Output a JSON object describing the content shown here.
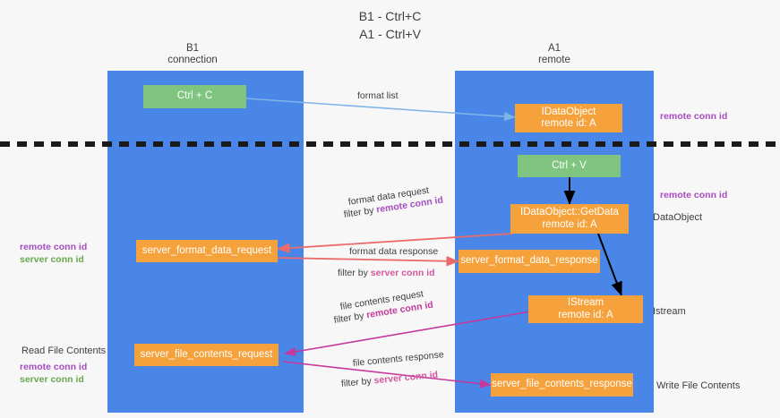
{
  "title": {
    "line1": "B1 - Ctrl+C",
    "line2": "A1 - Ctrl+V"
  },
  "lanes": [
    {
      "name": "B1",
      "subtitle": "connection"
    },
    {
      "name": "A1",
      "subtitle": "remote"
    }
  ],
  "nodes": {
    "ctrl_c": {
      "label": "Ctrl + C"
    },
    "idataobject": {
      "label": "IDataObject",
      "sub": "remote id: A"
    },
    "ctrl_v": {
      "label": "Ctrl + V"
    },
    "getdata": {
      "label": "IDataObject::GetData",
      "sub": "remote id: A"
    },
    "server_format_data_request": {
      "label": "server_format_data_request"
    },
    "server_format_data_response": {
      "label": "server_format_data_response"
    },
    "istream": {
      "label": "IStream",
      "sub": "remote id: A"
    },
    "server_file_contents_request": {
      "label": "server_file_contents_request"
    },
    "server_file_contents_response": {
      "label": "server_file_contents_response"
    }
  },
  "arrow_labels": {
    "format_list": "format list",
    "format_data_request": "format data request",
    "format_data_request_filter_prefix": "filter by ",
    "format_data_request_filter_key": "remote conn id",
    "format_data_response": "format data response",
    "format_data_response_filter_prefix": "filter by ",
    "format_data_response_filter_key": "server conn id",
    "file_contents_request": "file contents request",
    "file_contents_request_filter_prefix": "filter by ",
    "file_contents_request_filter_key": "remote conn id",
    "file_contents_response": "file contents response",
    "file_contents_response_filter_prefix": "filter by ",
    "file_contents_response_filter_key": "server conn id"
  },
  "side_labels": {
    "right_remote_conn_id_top": "remote conn id",
    "right_remote_conn_id_mid": "remote conn id",
    "right_dataobject": "DataObject",
    "right_istream": "Istream",
    "right_write_file_contents": "Write File Contents",
    "left_remote_conn_id": "remote conn id",
    "left_server_conn_id": "server conn id",
    "left_read_file_contents": "Read File Contents",
    "left_remote_conn_id_2": "remote conn id",
    "left_server_conn_id_2": "server conn id"
  },
  "colors": {
    "lane": "#4a86e8",
    "node_orange": "#f6a23c",
    "node_green": "#7fc47f",
    "arrow_blue": "#7fb4e8",
    "arrow_red": "#ea6b6b",
    "arrow_black": "#000000",
    "arrow_magenta": "#c4399c",
    "key_remote": "#a64dbe",
    "key_server": "#6aa84f",
    "divider": "#1a1a1a",
    "background": "#f7f7f7"
  }
}
